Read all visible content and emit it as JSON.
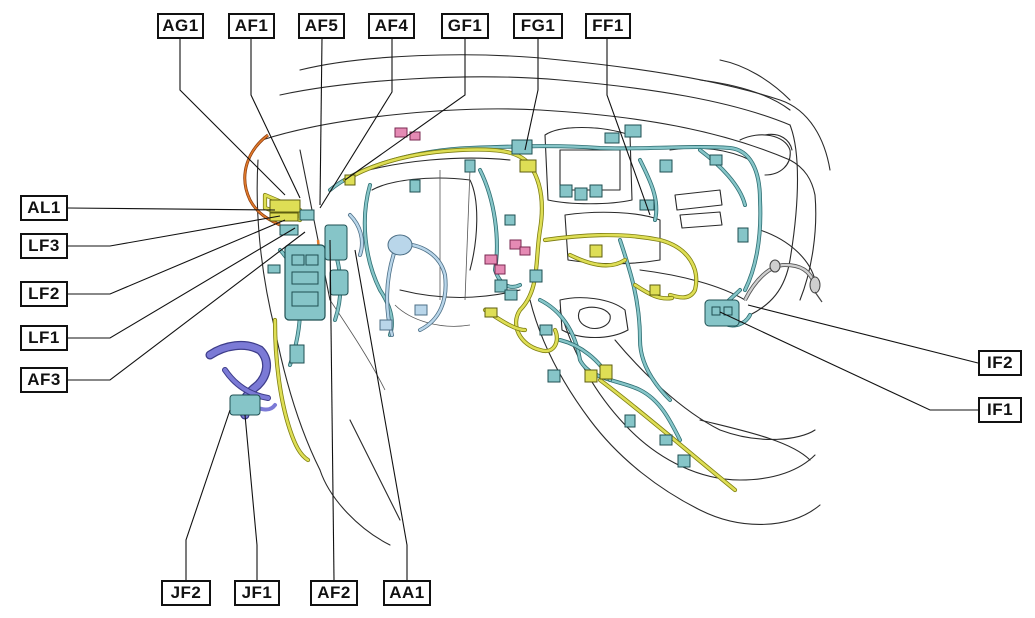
{
  "labels": {
    "ag1": "AG1",
    "af1": "AF1",
    "af5": "AF5",
    "af4": "AF4",
    "gf1": "GF1",
    "fg1": "FG1",
    "ff1": "FF1",
    "al1": "AL1",
    "lf3": "LF3",
    "lf2": "LF2",
    "lf1": "LF1",
    "af3": "AF3",
    "if2": "IF2",
    "if1": "IF1",
    "jf2": "JF2",
    "jf1": "JF1",
    "af2": "AF2",
    "aa1": "AA1"
  },
  "colors": {
    "harness_blue": "#86c5c8",
    "harness_yellow": "#dede55",
    "harness_pink": "#e58ab4",
    "harness_purple": "#7b7ad6",
    "harness_orange": "#e07a2a",
    "harness_light_blue": "#b9d6ea"
  }
}
